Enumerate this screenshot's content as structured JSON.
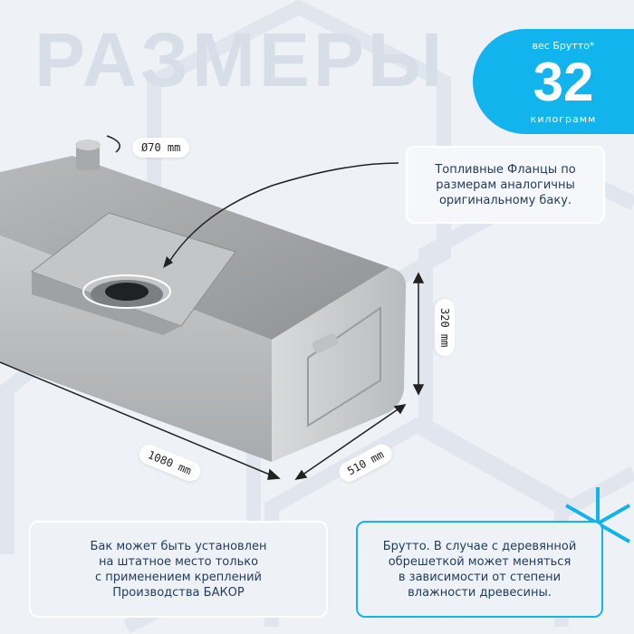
{
  "title": "РАЗМЕРЫ",
  "weight_badge": {
    "label": "вес Брутто*",
    "value": "32",
    "unit": "килограмм"
  },
  "dimensions": {
    "flange": "Ø70 mm",
    "height": "320 mm",
    "length": "1080 mm",
    "width": "510 mm"
  },
  "callout_top": [
    "Топливные Фланцы по",
    "размерам аналогичны",
    "оригинальному баку."
  ],
  "note_left": [
    "Бак может быть установлен",
    "на штатное место только",
    "с применением креплений",
    "Производства БАКОР"
  ],
  "note_right": [
    "Брутто. В случае с деревянной",
    "обрешеткой может меняться",
    "в зависимости от степени",
    "влажности древесины."
  ],
  "colors": {
    "accent": "#12b4ee",
    "text": "#1f3b5a"
  }
}
